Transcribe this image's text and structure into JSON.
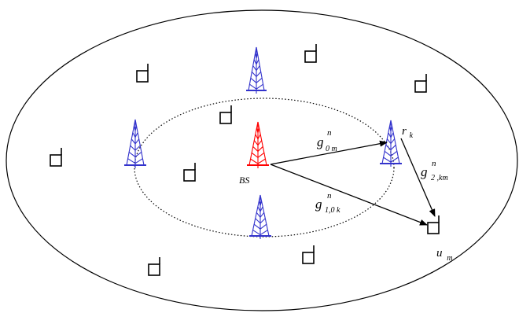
{
  "colors": {
    "base_station": "#ff0000",
    "relay": "#3333cc",
    "line": "#000000",
    "background": "#ffffff"
  },
  "labels": {
    "bs": "BS",
    "relay_k": {
      "main": "r",
      "sub": "k"
    },
    "user_m": {
      "main": "u",
      "sub": "m"
    },
    "g0": {
      "main": "g",
      "sup": "n",
      "sub": "0 m"
    },
    "g1": {
      "main": "g",
      "sup": "n",
      "sub": "1,0 k"
    },
    "g2": {
      "main": "g",
      "sup": "n",
      "sub": "2 ,km"
    }
  },
  "icons": {
    "base_station": "tower-icon",
    "relay": "tower-icon",
    "user": "mobile-terminal-icon"
  }
}
